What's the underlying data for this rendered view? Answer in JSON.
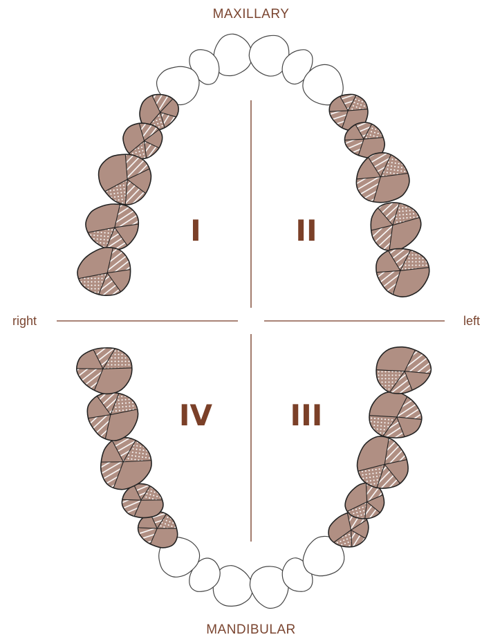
{
  "labels": {
    "top": "MAXILLARY",
    "bottom": "MANDIBULAR",
    "left": "right",
    "right": "left"
  },
  "quadrants": [
    "I",
    "II",
    "IV",
    "III"
  ],
  "colors": {
    "label": "#7a4530",
    "quadrant": "#7b4028",
    "line": "#8b5a48",
    "tooth_fill": "#b08f83",
    "tooth_outline": "#222222",
    "anterior_fill": "#ffffff"
  },
  "teeth": {
    "anterior": "incisors and canines, plain outline",
    "posterior": "premolars and molars, hatched and dotted sectors"
  }
}
